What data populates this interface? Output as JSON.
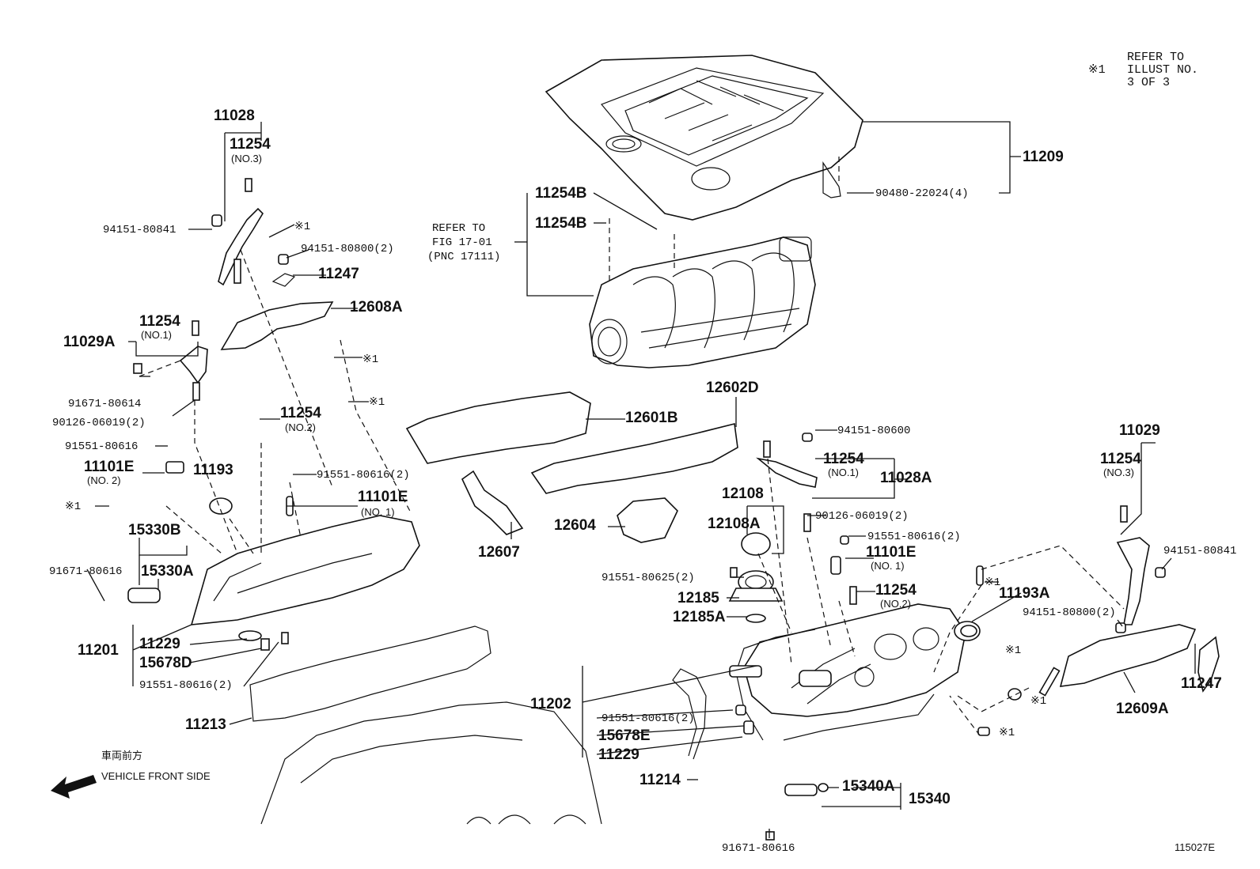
{
  "header_note": {
    "mark": "※1",
    "lines": [
      "REFER TO",
      "ILLUST NO.",
      "3 OF 3"
    ]
  },
  "refer_note": [
    "REFER TO",
    "FIG 17-01",
    "(PNC 17111)"
  ],
  "direction": {
    "jp": "車両前方",
    "en": "VEHICLE FRONT SIDE"
  },
  "illust_id": "115027E",
  "labels": {
    "p11028": "11028",
    "p11254_no3_a": "11254",
    "no3_a": "(NO.3)",
    "p94151_80841_a": "94151-80841",
    "mark1_a": "※1",
    "p94151_80800_a": "94151-80800(2)",
    "p11247_a": "11247",
    "p12608a": "12608A",
    "p11254_no1_a": "11254",
    "no1_a": "(NO.1)",
    "p11029a": "11029A",
    "mark1_b": "※1",
    "mark1_c": "※1",
    "p91671_80614": "91671-80614",
    "p90126_06019_a": "90126-06019(2)",
    "p11254_no2_a": "11254",
    "no2_a": "(NO.2)",
    "p91551_80616_a": "91551-80616",
    "p11101e_no2": "11101E",
    "no2_b": "(NO. 2)",
    "p11193": "11193",
    "p91551_80616_2a": "91551-80616(2)",
    "p11101e_no1_a": "11101E",
    "no1_b": "(NO. 1)",
    "mark1_d": "※1",
    "p15330b": "15330B",
    "p15330a": "15330A",
    "p91671_80616_a": "91671-80616",
    "p11201": "11201",
    "p11229_a": "11229",
    "p15678d": "15678D",
    "p91551_80616_2b": "91551-80616(2)",
    "p11213": "11213",
    "p11209": "11209",
    "p90480_22024": "90480-22024(4)",
    "p11254b_a": "11254B",
    "p11254b_b": "11254B",
    "p12601b": "12601B",
    "p12602d": "12602D",
    "p12604": "12604",
    "p12607": "12607",
    "p94151_80600": "94151-80600",
    "p11254_no1_b": "11254",
    "no1_c": "(NO.1)",
    "p11028a": "11028A",
    "p12108": "12108",
    "p12108a": "12108A",
    "p90126_06019_b": "90126-06019(2)",
    "p91551_80616_2c": "91551-80616(2)",
    "p11101e_no1_b": "11101E",
    "no1_d": "(NO. 1)",
    "p91551_80625": "91551-80625(2)",
    "p11254_no2_b": "11254",
    "no2_c": "(NO.2)",
    "p12185": "12185",
    "p12185a": "12185A",
    "mark1_e": "※1",
    "p11193a": "11193A",
    "p11029": "11029",
    "p11254_no3_b": "11254",
    "no3_b": "(NO.3)",
    "p94151_80841_b": "94151-80841",
    "p94151_80800_b": "94151-80800(2)",
    "mark1_f": "※1",
    "mark1_g": "※1",
    "mark1_h": "※1",
    "p11247_b": "11247",
    "p12609a": "12609A",
    "p11202": "11202",
    "p91551_80616_2d": "91551-80616(2)",
    "p15678e": "15678E",
    "p11229_b": "11229",
    "p11214": "11214",
    "p15340a": "15340A",
    "p15340": "15340",
    "p91671_80616_b": "91671-80616"
  }
}
